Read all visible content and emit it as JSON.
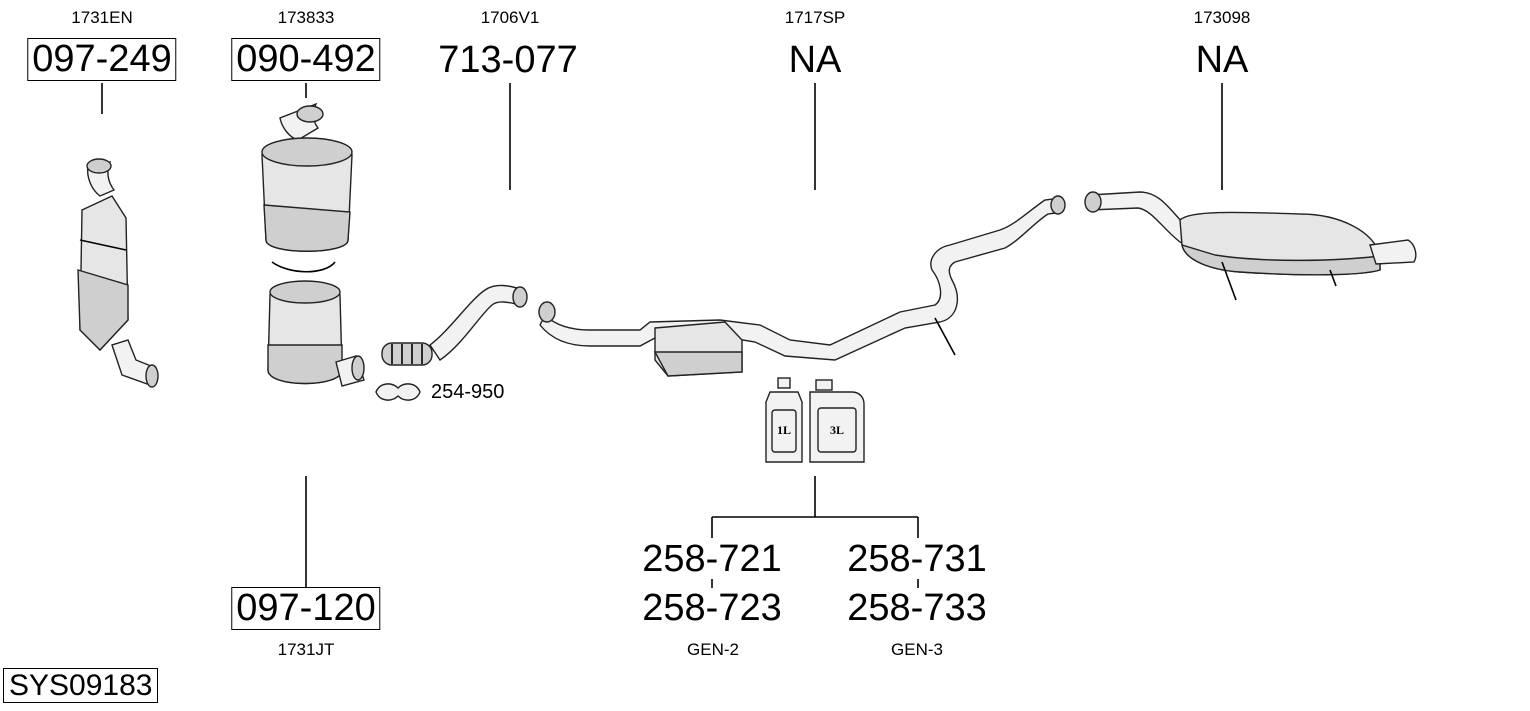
{
  "system_code": "SYS09183",
  "parts": [
    {
      "oem": "1731EN",
      "part_no": "097-249",
      "boxed": true
    },
    {
      "oem": "173833",
      "part_no": "090-492",
      "boxed": true
    },
    {
      "oem": "1706V1",
      "part_no": "713-077",
      "boxed": false
    },
    {
      "oem": "1717SP",
      "part_no": "NA",
      "boxed": false
    },
    {
      "oem": "173098",
      "part_no": "NA",
      "boxed": false
    },
    {
      "oem": "1731JT",
      "part_no": "097-120",
      "boxed": true
    }
  ],
  "clamp": {
    "part_no": "254-950"
  },
  "fluids": {
    "bottle_small_label": "1L",
    "bottle_large_label": "3L",
    "gen2": {
      "part_a": "258-721",
      "part_b": "258-723",
      "name": "GEN-2"
    },
    "gen3": {
      "part_a": "258-731",
      "part_b": "258-733",
      "name": "GEN-3"
    }
  }
}
